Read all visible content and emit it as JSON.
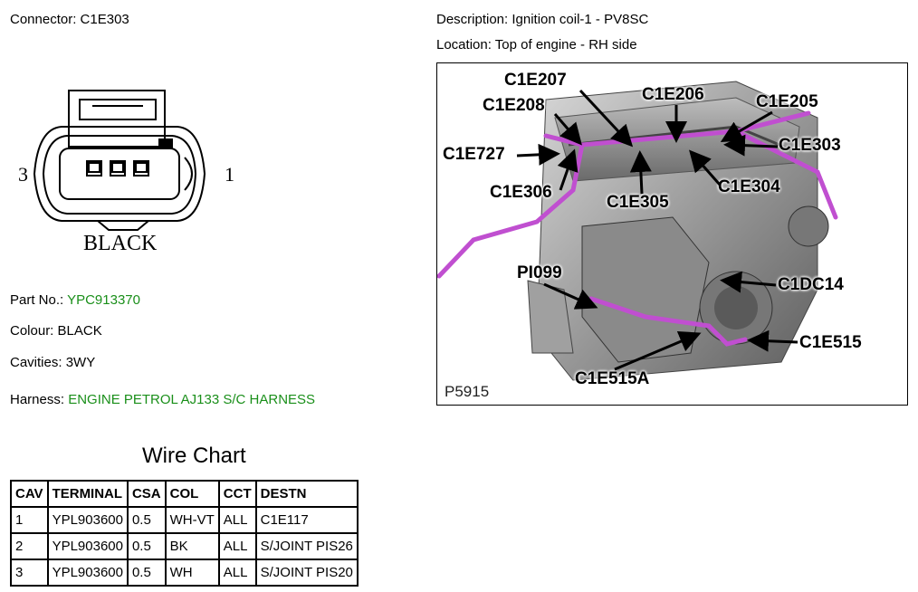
{
  "connector": {
    "label": "Connector:",
    "value": "C1E303"
  },
  "description": {
    "label": "Description:",
    "value": "Ignition coil-1 - PV8SC"
  },
  "location": {
    "label": "Location:",
    "value": "Top of engine - RH side"
  },
  "diagram": {
    "pin_left": "3",
    "pin_right": "1",
    "colour_label": "BLACK"
  },
  "part_no": {
    "label": "Part No.:",
    "value": "YPC913370"
  },
  "colour": {
    "label": "Colour:",
    "value": "BLACK"
  },
  "cavities": {
    "label": "Cavities:",
    "value": "3WY"
  },
  "harness": {
    "label": "Harness:",
    "value": "ENGINE PETROL AJ133 S/C HARNESS"
  },
  "photo": {
    "ref": "P5915",
    "callouts": [
      "C1E207",
      "C1E208",
      "C1E206",
      "C1E205",
      "C1E303",
      "C1E727",
      "C1E306",
      "C1E305",
      "C1E304",
      "PI099",
      "C1DC14",
      "C1E515",
      "C1E515A"
    ]
  },
  "wire_chart": {
    "title": "Wire Chart",
    "headers": [
      "CAV",
      "TERMINAL",
      "CSA",
      "COL",
      "CCT",
      "DESTN"
    ],
    "rows": [
      [
        "1",
        "YPL903600",
        "0.5",
        "WH-VT",
        "ALL",
        "C1E117"
      ],
      [
        "2",
        "YPL903600",
        "0.5",
        "BK",
        "ALL",
        "S/JOINT PIS26"
      ],
      [
        "3",
        "YPL903600",
        "0.5",
        "WH",
        "ALL",
        "S/JOINT PIS20"
      ]
    ]
  },
  "colors": {
    "green_text": "#1a8f1a",
    "harness_highlight": "#c04fd0"
  }
}
